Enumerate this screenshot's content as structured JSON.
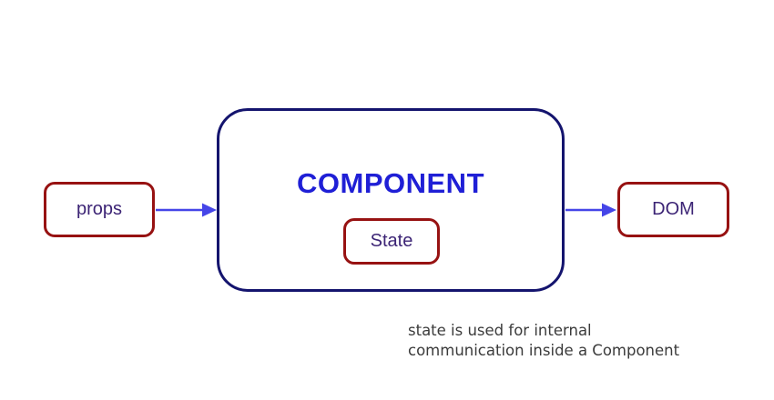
{
  "diagram": {
    "component_label": "COMPONENT",
    "props_label": "props",
    "state_label": "State",
    "dom_label": "DOM"
  },
  "caption": {
    "line1": "state is used for internal",
    "line2": "communication inside a Component"
  },
  "icons": {
    "props_to_component": "right-arrow-icon",
    "component_to_dom": "right-arrow-icon"
  },
  "colors": {
    "background": "#ffffff",
    "component_border": "#14146e",
    "component_text": "#1f1fd6",
    "small_box_border": "#971212",
    "small_box_text": "#3c2475",
    "arrow": "#4545e8",
    "caption_text": "#3b3b3b"
  }
}
